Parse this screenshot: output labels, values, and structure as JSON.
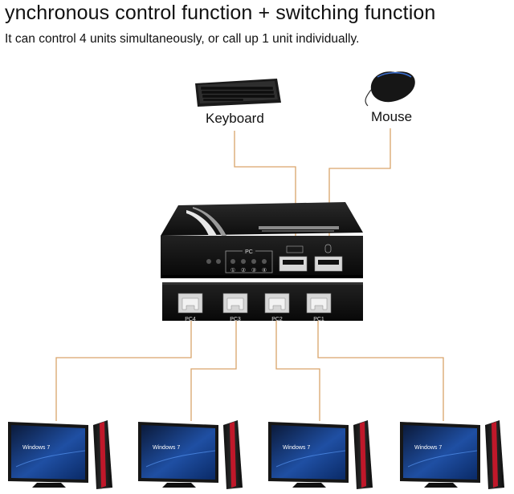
{
  "header": {
    "title": "ynchronous control function + switching function",
    "subtitle": "It can control 4 units simultaneously, or call up 1 unit individually."
  },
  "peripherals": {
    "keyboard_label": "Keyboard",
    "mouse_label": "Mouse"
  },
  "kvm": {
    "panel_tag": "PC",
    "led_labels": [
      "①",
      "②",
      "③",
      "④"
    ],
    "ports": [
      "PC4",
      "PC3",
      "PC2",
      "PC1"
    ]
  },
  "computers": {
    "screen_text": "Windows 7"
  },
  "colors": {
    "cable": "#d9a46a",
    "device_body": "#1b1b1b",
    "tower_accent": "#c0182a",
    "screen_blue": "#1f4fa3"
  }
}
